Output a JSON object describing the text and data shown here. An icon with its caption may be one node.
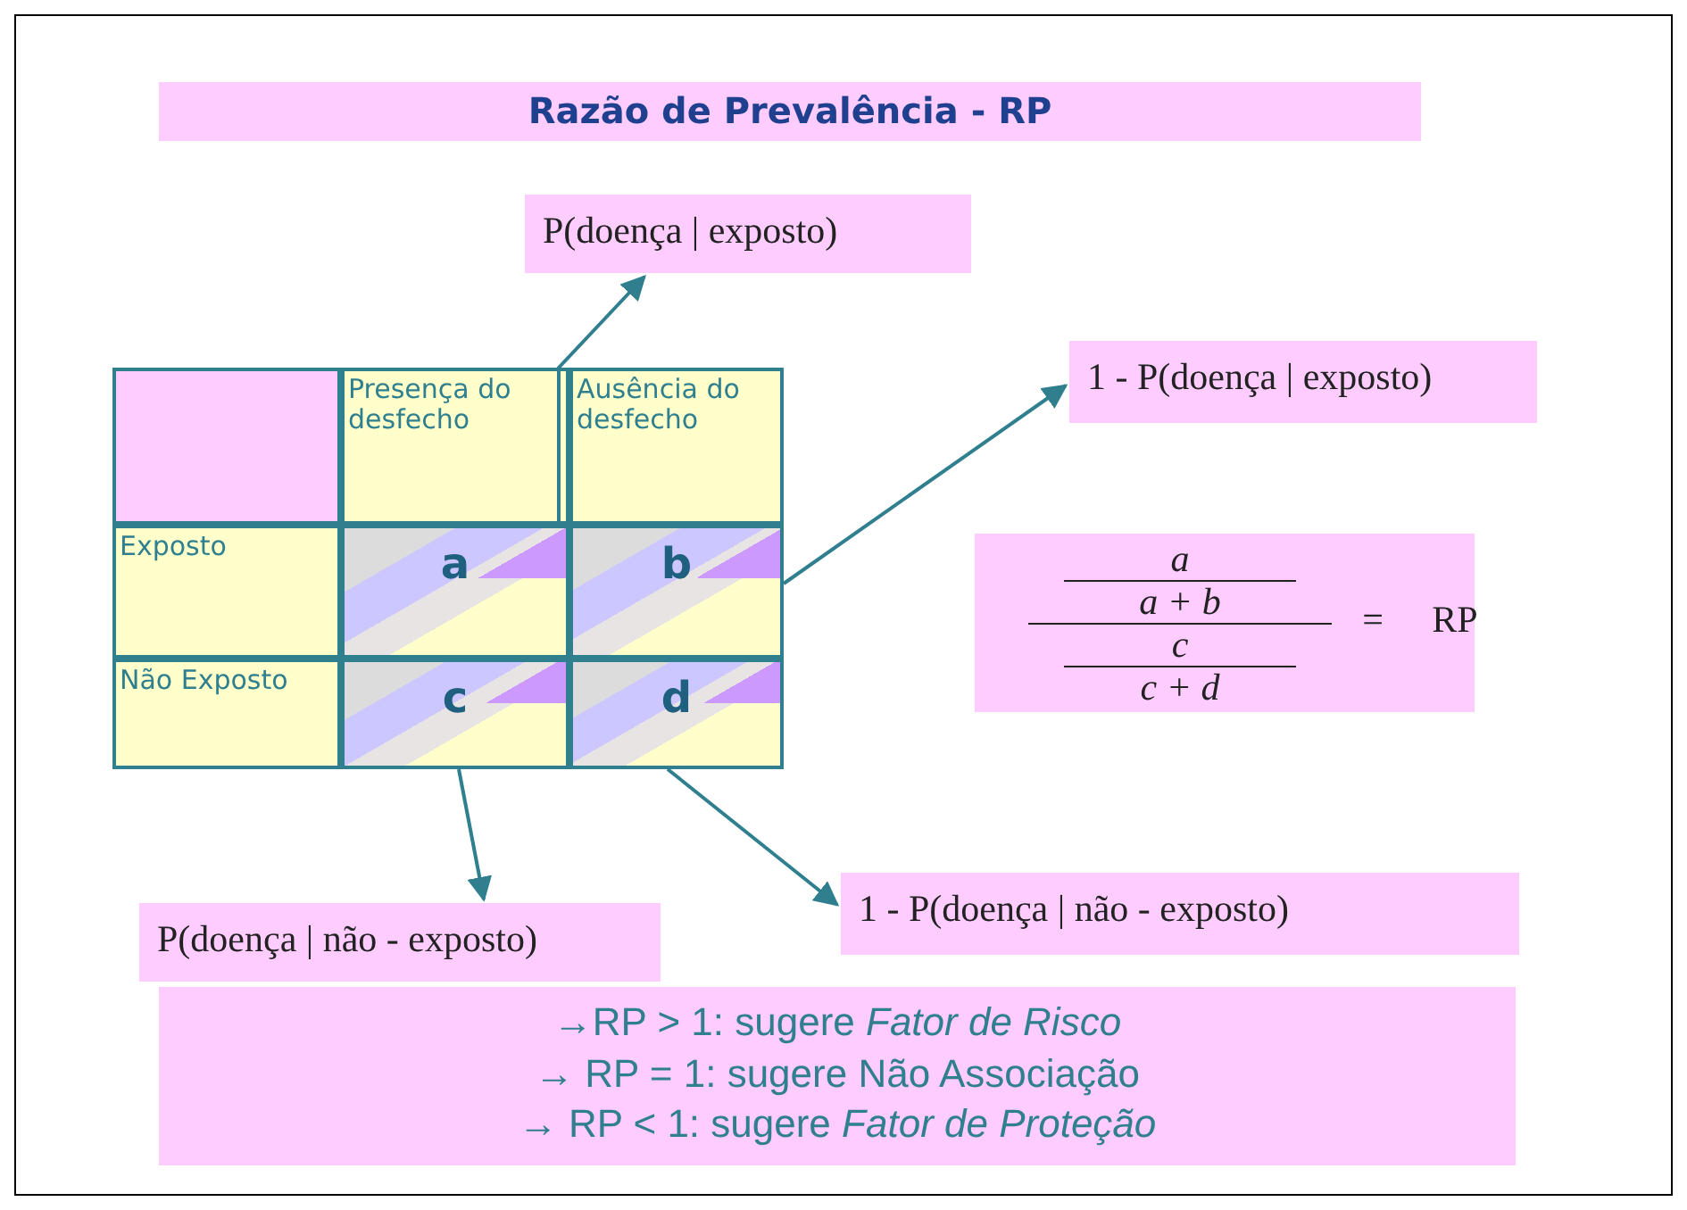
{
  "diagram": {
    "title": "Razão de Prevalência - RP",
    "nodes": [
      {
        "text": [
          "P(doença | exposto)"
        ]
      },
      {
        "text": [
          "1 - P(doença | exposto)"
        ]
      },
      {
        "text": [
          "a"
        ]
      },
      {
        "text": [
          "b"
        ]
      },
      {
        "text": [
          "a",
          "a + b",
          "c",
          "c + d",
          "=",
          "RP"
        ]
      },
      {
        "text": [
          "c"
        ]
      },
      {
        "text": [
          "d"
        ]
      },
      {
        "text": [
          "P(doença | não - exposto)"
        ]
      },
      {
        "text": [
          "1 - P(doença | não - exposto)"
        ]
      },
      {
        "text": [
          "→RP > 1: sugere *Fator de Risco*",
          "→ RP = 1: sugere Não Associação",
          "→ RP < 1: sugere *Fator de Proteção*"
        ]
      }
    ],
    "edges": [
      {
        "from": 2,
        "to": 0,
        "arrow": "to"
      },
      {
        "from": 3,
        "to": 1,
        "arrow": "to"
      },
      {
        "from": 5,
        "to": 7,
        "arrow": "to"
      },
      {
        "from": 6,
        "to": 8,
        "arrow": "to"
      }
    ],
    "labels": [
      "Presença do desfecho",
      "Ausência do desfecho",
      "Exposto",
      "Não Exposto"
    ]
  }
}
